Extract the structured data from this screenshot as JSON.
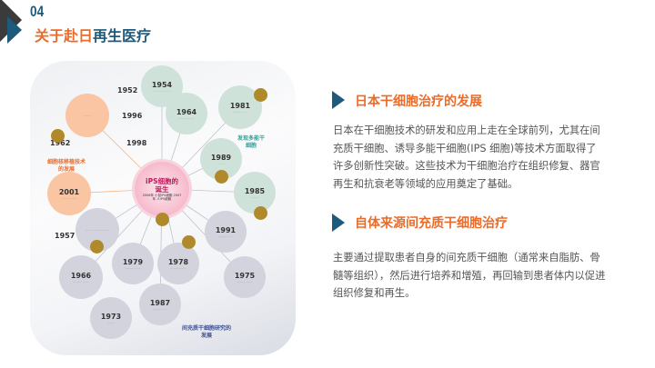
{
  "section": {
    "number": "04",
    "title_part1": "关于赴日",
    "title_part2": "再生医疗"
  },
  "infographic": {
    "center": {
      "title": "iPS细胞的诞生",
      "sub": "2006年 小鼠iPS细胞 2007年 人iPS细胞"
    },
    "years": [
      "1954",
      "1964",
      "1981",
      "1989",
      "1985",
      "2001",
      "1991",
      "1975",
      "1978",
      "1979",
      "1966",
      "1987",
      "1973",
      "1952",
      "1996",
      "1998",
      "1962",
      "1957"
    ],
    "labels": {
      "nuclear": "细胞核移植技术的发展",
      "pluripotent": "发现多能干细胞",
      "msc": "间充质干细胞研究的发展"
    }
  },
  "blocks": [
    {
      "heading": "日本干细胞治疗的发展",
      "body": "日本在干细胞技术的研发和应用上走在全球前列，尤其在间充质干细胞、诱导多能干细胞(IPS 细胞)等技术方面取得了许多创新性突破。这些技术为干细胞治疗在组织修复、器官再生和抗衰老等领域的应用奠定了基础。"
    },
    {
      "heading": "自体来源间充质干细胞治疗",
      "body": "主要通过提取患者自身的间充质干细胞（通常来自脂肪、骨髓等组织），然后进行培养和增殖，再回输到患者体内以促进组织修复和再生。"
    }
  ]
}
